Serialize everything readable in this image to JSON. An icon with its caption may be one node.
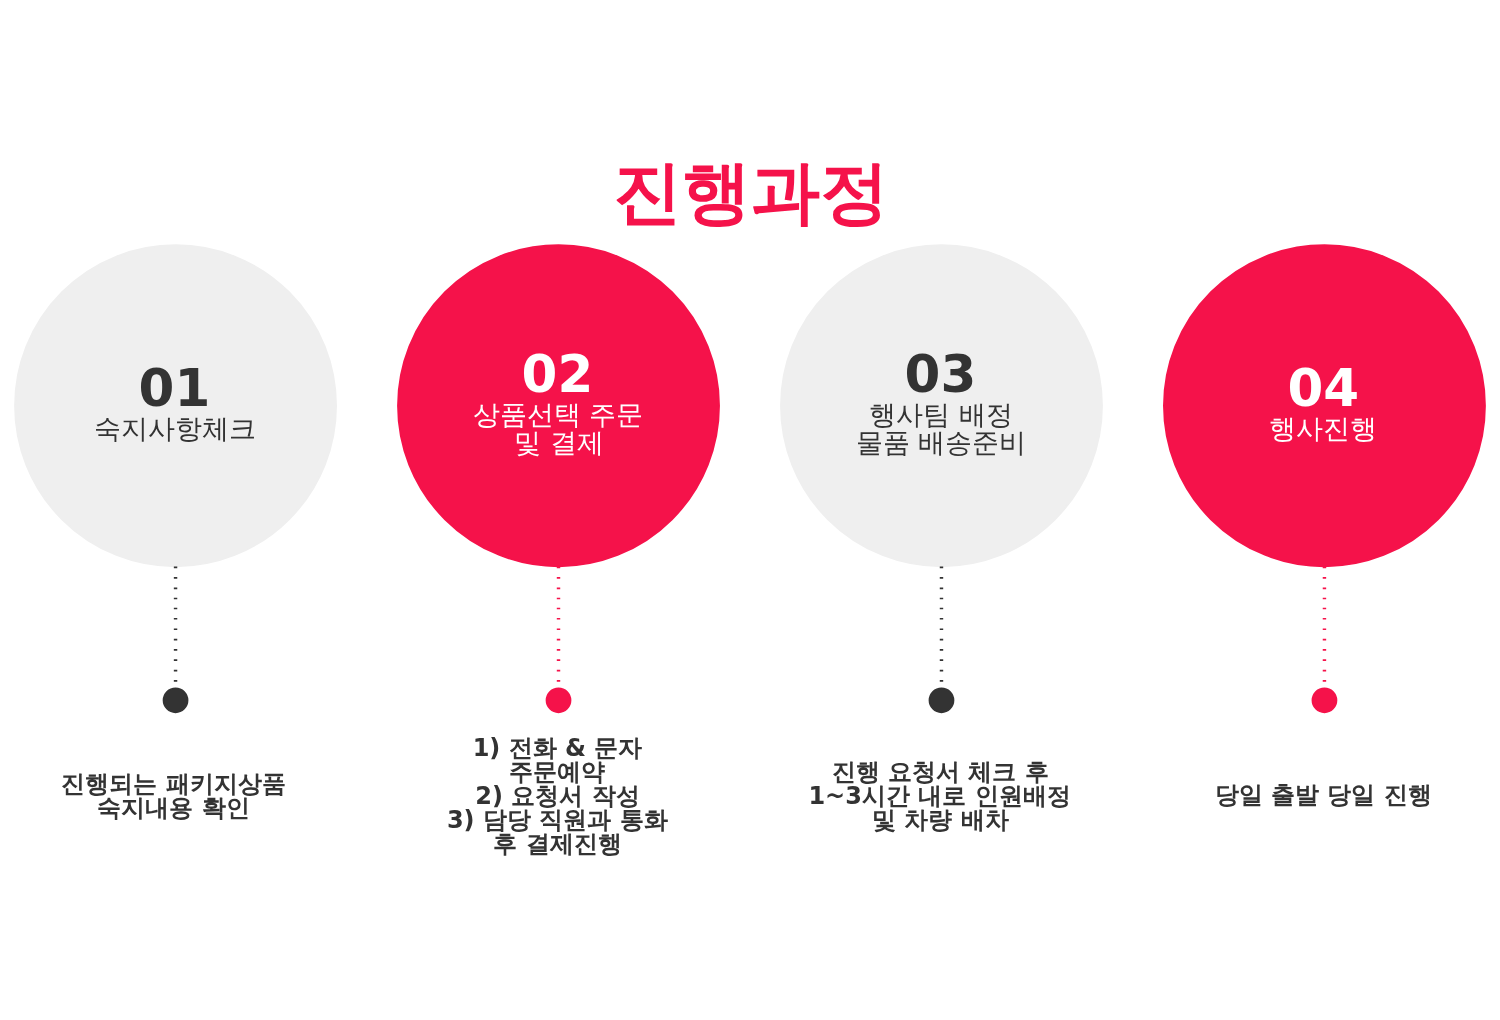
{
  "diagram": {
    "title": "진행과정",
    "nodes": [
      {
        "text": [
          "01",
          "숙지사항체크"
        ]
      },
      {
        "text": [
          "02",
          "상품선택 주문 및 결제"
        ]
      },
      {
        "text": [
          "03",
          "행사팀 배정 물품 배송준비"
        ]
      },
      {
        "text": [
          "04",
          "행사진행"
        ]
      },
      {
        "text": [],
        "shape": "circle",
        "beside": [
          "진행되는 패키지상품 숙지내용 확인"
        ]
      },
      {
        "text": [],
        "shape": "circle",
        "beside": [
          "1) 전화 & 문자 주문예약",
          "2) 요청서 작성",
          "3) 담당 직원과 통화 후 결제진행"
        ]
      },
      {
        "text": [],
        "shape": "circle",
        "beside": [
          "진행 요청서 체크 후 1~3시간 내로 인원배정 및 차량 배차"
        ]
      },
      {
        "text": [],
        "shape": "circle",
        "beside": [
          "당일 출발 당일 진행"
        ]
      }
    ],
    "edges": [
      {
        "from": 0,
        "to": 4,
        "arrow": "none",
        "style": "dashed",
        "color": "#333333"
      },
      {
        "from": 1,
        "to": 5,
        "arrow": "none",
        "style": "dashed",
        "color": "#f5124a"
      },
      {
        "from": 2,
        "to": 6,
        "arrow": "none",
        "style": "dashed",
        "color": "#333333"
      },
      {
        "from": 3,
        "to": 7,
        "arrow": "none",
        "style": "dashed",
        "color": "#f5124a"
      }
    ]
  }
}
